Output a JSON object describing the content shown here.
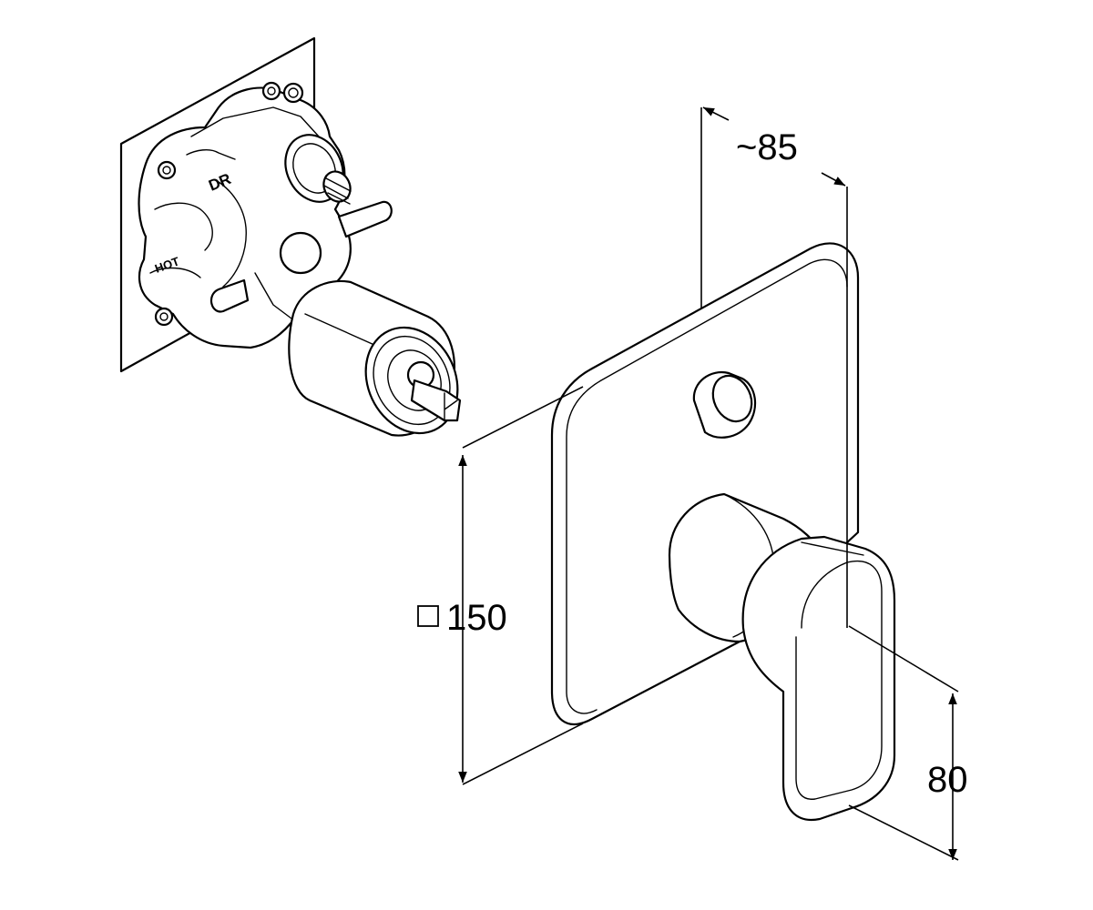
{
  "dimensions": {
    "depth": "~85",
    "plate_size": "150",
    "plate_size_symbol": "square",
    "handle_height": "80"
  },
  "valve_markings": {
    "top": "DR",
    "side": "HOT"
  }
}
